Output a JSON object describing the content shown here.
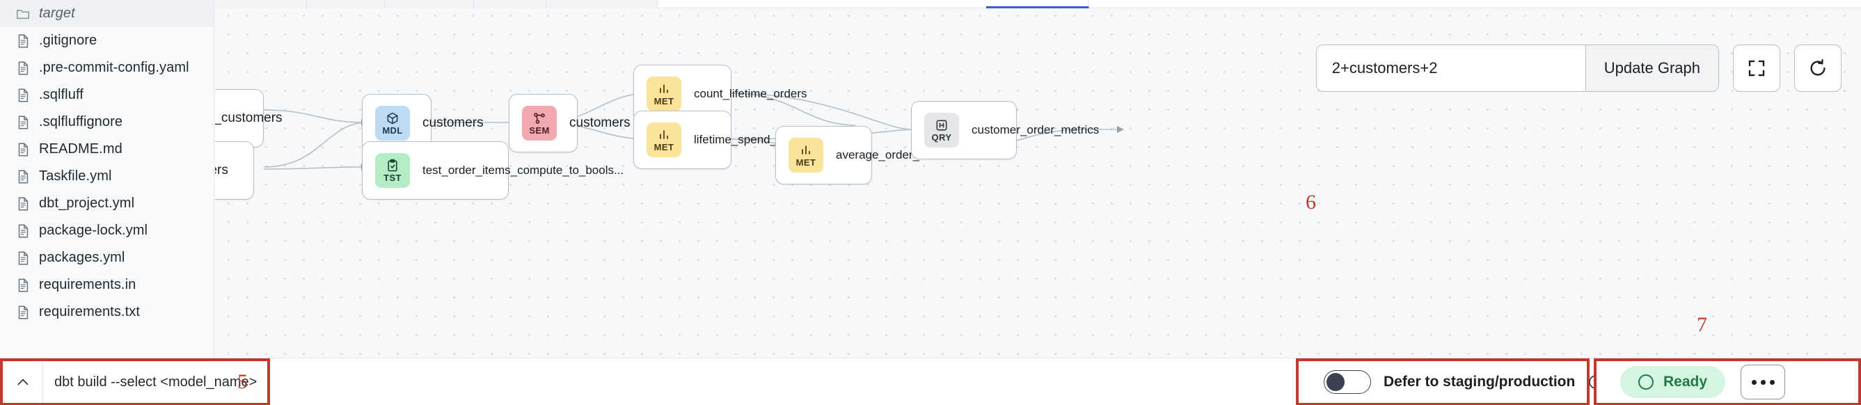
{
  "sidebar": {
    "files": [
      {
        "label": "target",
        "icon": "folder-icon",
        "type": "folder"
      },
      {
        "label": ".gitignore",
        "icon": "file-icon",
        "type": "file"
      },
      {
        "label": ".pre-commit-config.yaml",
        "icon": "file-icon",
        "type": "file"
      },
      {
        "label": ".sqlfluff",
        "icon": "file-icon",
        "type": "file"
      },
      {
        "label": ".sqlfluffignore",
        "icon": "file-icon",
        "type": "file"
      },
      {
        "label": "README.md",
        "icon": "file-icon",
        "type": "file"
      },
      {
        "label": "Taskfile.yml",
        "icon": "file-icon",
        "type": "file"
      },
      {
        "label": "dbt_project.yml",
        "icon": "file-icon",
        "type": "file"
      },
      {
        "label": "package-lock.yml",
        "icon": "file-icon",
        "type": "file"
      },
      {
        "label": "packages.yml",
        "icon": "file-icon",
        "type": "file"
      },
      {
        "label": "requirements.in",
        "icon": "file-icon",
        "type": "file"
      },
      {
        "label": "requirements.txt",
        "icon": "file-icon",
        "type": "file"
      }
    ]
  },
  "graph_toolbar": {
    "selector_value": "2+customers+2",
    "selector_placeholder": "",
    "update_label": "Update Graph",
    "fit_view_icon": "fullscreen-icon",
    "refresh_icon": "refresh-icon"
  },
  "graph": {
    "nodes": [
      {
        "id": "stg_customers",
        "label": "stg_customers",
        "kind": "",
        "badge_text": "",
        "partial": true
      },
      {
        "id": "orders_partial",
        "label": "orders",
        "kind": "",
        "badge_text": "",
        "partial": true
      },
      {
        "id": "customers_mdl",
        "label": "customers",
        "kind": "mdl",
        "badge_text": "MDL",
        "badge_icon": "cube-icon"
      },
      {
        "id": "test_order_items",
        "label": "test_order_items_compute_to_bools...",
        "kind": "tst",
        "badge_text": "TST",
        "badge_icon": "clipboard-check-icon"
      },
      {
        "id": "customers_sem",
        "label": "customers",
        "kind": "sem",
        "badge_text": "SEM",
        "badge_icon": "semantic-icon"
      },
      {
        "id": "count_lifetime_orders",
        "label": "count_lifetime_orders",
        "kind": "met",
        "badge_text": "MET",
        "badge_icon": "bar-chart-icon"
      },
      {
        "id": "lifetime_spend_pretax",
        "label": "lifetime_spend_pretax",
        "kind": "met",
        "badge_text": "MET",
        "badge_icon": "bar-chart-icon"
      },
      {
        "id": "average_order_value",
        "label": "average_order_value",
        "kind": "met",
        "badge_text": "MET",
        "badge_icon": "bar-chart-icon"
      },
      {
        "id": "customer_order_metrics",
        "label": "customer_order_metrics",
        "kind": "qry",
        "badge_text": "QRY",
        "badge_icon": "query-icon"
      }
    ],
    "badge_colors": {
      "mdl": "#bcdcf5",
      "sem": "#f2a8ae",
      "met": "#fbe49a",
      "tst": "#b4ecc6",
      "qry": "#e4e6e9"
    }
  },
  "bottom_bar": {
    "caret_icon": "chevron-up-icon",
    "command_text": "dbt build --select <model_name>",
    "defer_label": "Defer to staging/production",
    "defer_help_icon": "help-circle-icon",
    "defer_on": false,
    "status_label": "Ready",
    "status_icon": "circle-icon",
    "more_icon": "ellipsis-icon"
  },
  "annotations": [
    {
      "id": "5",
      "label": "5"
    },
    {
      "id": "6",
      "label": "6"
    },
    {
      "id": "7",
      "label": "7"
    }
  ],
  "colors": {
    "annotation": "#c0392b",
    "status_green": "#1f7a46",
    "status_green_bg": "#d6f5e0"
  }
}
